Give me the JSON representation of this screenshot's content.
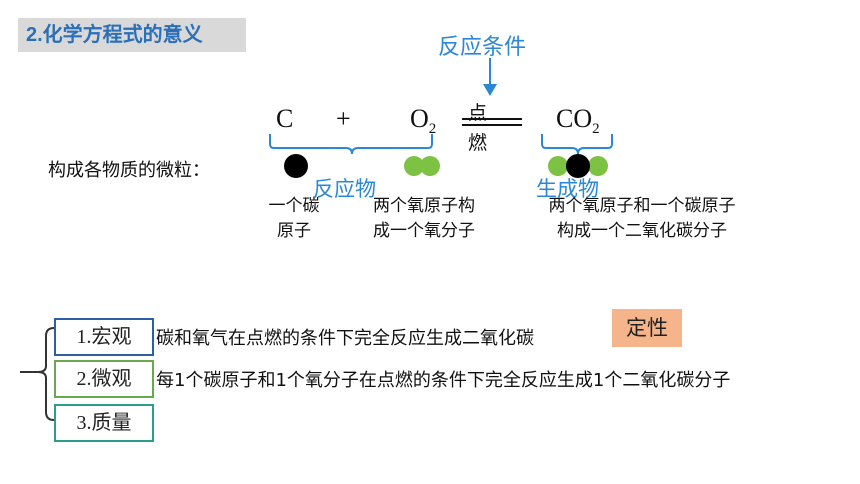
{
  "title": "2.化学方程式的意义",
  "equation": {
    "condition_label": "反应条件",
    "reactant_c": "C",
    "plus": "+",
    "o2_symbol": "O",
    "o2_sub": "2",
    "condition_top": "点",
    "condition_bottom": "燃",
    "product_symbol": "CO",
    "product_sub": "2"
  },
  "particles_label": "构成各物质的微粒：",
  "brace_labels": {
    "reactants": "反应物",
    "products": "生成物"
  },
  "descriptions": {
    "c_line1": "一个碳",
    "c_line2": "原子",
    "o2_line1": "两个氧原子构",
    "o2_line2": "成一个氧分子",
    "co2_line1": "两个氧原子和一个碳原子",
    "co2_line2": "构成一个二氧化碳分子"
  },
  "meanings": [
    {
      "label": "1.宏观",
      "text": "碳和氧气在点燃的条件下完全反应生成二氧化碳"
    },
    {
      "label": "2.微观",
      "text": "每1个碳原子和1个氧分子在点燃的条件下完全反应生成1个二氧化碳分子"
    },
    {
      "label": "3.质量",
      "text": ""
    }
  ],
  "tag": "定性",
  "colors": {
    "title": "#2a6fb8",
    "blue": "#2a88d6",
    "green_atom": "#7dc242",
    "tag_bg": "#f5b48a"
  }
}
